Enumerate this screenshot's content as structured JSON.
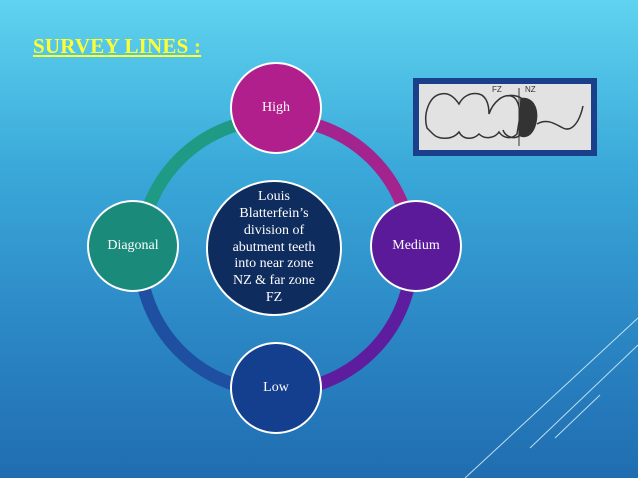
{
  "slide": {
    "title": "SURVEY LINES :"
  },
  "diagram": {
    "center": "Louis Blatterfein’s division of abutment teeth into near zone NZ & far zone FZ",
    "nodes": {
      "top": "High",
      "right": "Medium",
      "bottom": "Low",
      "left": "Diagonal"
    },
    "colors": {
      "center": "#0e2c5e",
      "top": "#b01f8c",
      "right": "#5b1a9a",
      "bottom": "#143e8e",
      "left": "#1a8a7a",
      "ring_top_right": "#a3238f",
      "ring_bottom_right": "#5d1d9e",
      "ring_bottom_left": "#1f4fa0",
      "ring_top_left": "#1f9a84"
    }
  },
  "figure": {
    "labels": [
      "FZ",
      "NZ"
    ]
  }
}
